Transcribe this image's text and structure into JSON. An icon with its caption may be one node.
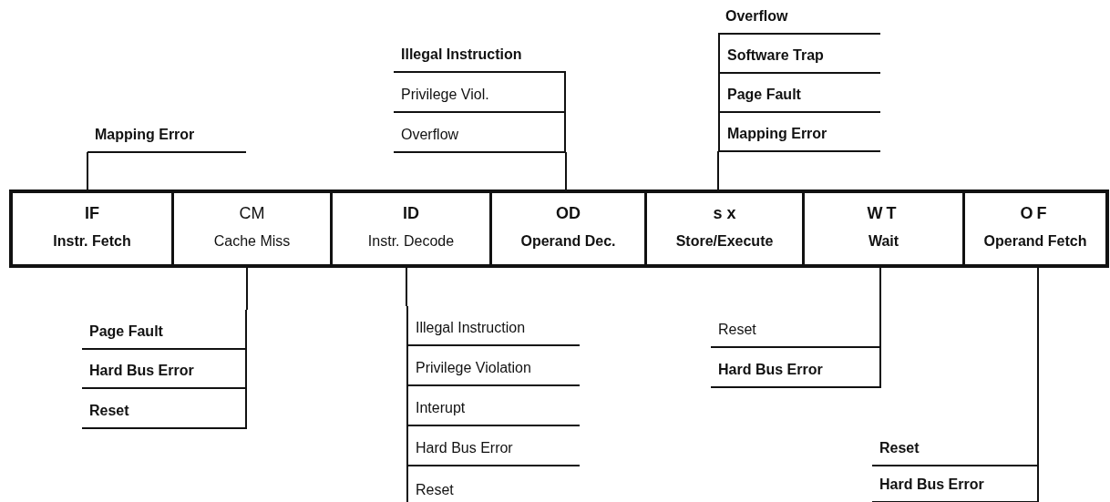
{
  "diagram": {
    "nodes": [
      {
        "text": [],
        "shape": "box"
      },
      {
        "text": [
          "IF",
          "Instr. Fetch"
        ],
        "in": 0
      },
      {
        "text": [
          "CM",
          "Cache Miss"
        ],
        "in": 0
      },
      {
        "text": [
          "ID",
          "Instr. Decode"
        ],
        "in": 0
      },
      {
        "text": [
          "OD",
          "Operand Dec."
        ],
        "in": 0
      },
      {
        "text": [
          "s x",
          "Store/Execute"
        ],
        "in": 0
      },
      {
        "text": [
          "WT",
          "Wait"
        ],
        "in": 0
      },
      {
        "text": [
          "OF",
          "Operand Fetch"
        ],
        "in": 0
      },
      {
        "text": [
          "Mapping Error"
        ]
      },
      {
        "text": [
          "Illegal Instruction",
          "Privilege Viol.",
          "Overflow"
        ]
      },
      {
        "text": [
          "Overflow",
          "Software Trap",
          "Page Fault",
          "Mapping Error"
        ]
      },
      {
        "text": [
          "Page Fault",
          "Hard Bus Error",
          "Reset"
        ]
      },
      {
        "text": [
          "Illegal Instruction",
          "Privilege Violation",
          "Interupt",
          "Hard Bus Error",
          "Reset"
        ]
      },
      {
        "text": [
          "Reset",
          "Hard Bus Error"
        ]
      },
      {
        "text": [
          "Reset",
          "Hard Bus Error"
        ]
      }
    ],
    "edges": [
      {
        "from": 8,
        "to": 1,
        "arrow": "none"
      },
      {
        "from": 9,
        "to": 4,
        "arrow": "none"
      },
      {
        "from": 10,
        "to": 5,
        "arrow": "none"
      },
      {
        "from": 11,
        "to": 2,
        "arrow": "none"
      },
      {
        "from": 12,
        "to": 3,
        "arrow": "none"
      },
      {
        "from": 13,
        "to": 6,
        "arrow": "none"
      },
      {
        "from": 14,
        "to": 7,
        "arrow": "none"
      }
    ]
  }
}
